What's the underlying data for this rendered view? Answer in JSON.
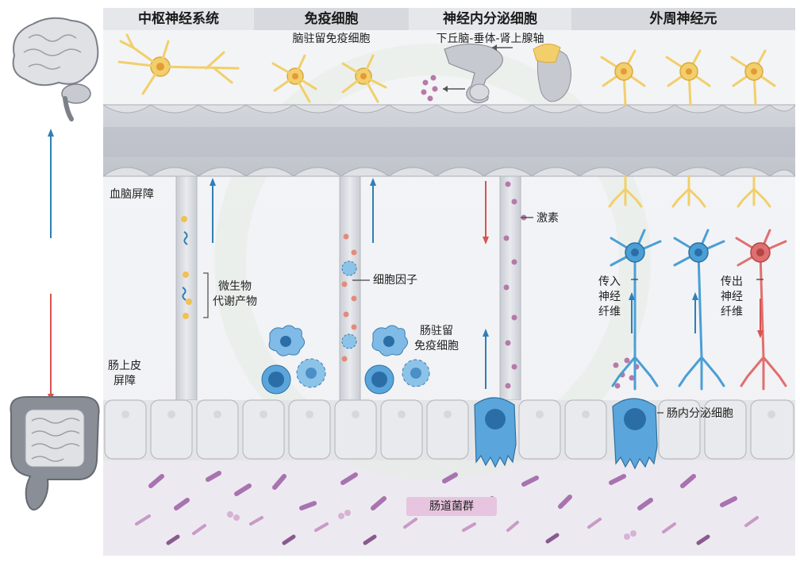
{
  "headers": {
    "cns": "中枢神经系统",
    "immune": "免疫细胞",
    "neuroendocrine": "神经内分泌细胞",
    "peripheral": "外周神经元"
  },
  "subheaders": {
    "brain_resident_immune": "脑驻留免疫细胞",
    "hpa_axis": "下丘脑-垂体-肾上腺轴"
  },
  "labels": {
    "bbb": "血脑屏障",
    "hormone": "激素",
    "microbial_metabolites": [
      "微生物",
      "代谢产物"
    ],
    "cytokine": "细胞因子",
    "gut_resident_immune": [
      "肠驻留",
      "免疫细胞"
    ],
    "afferent_fiber": [
      "传入",
      "神经",
      "纤维"
    ],
    "efferent_fiber": [
      "传出",
      "神经",
      "纤维"
    ],
    "intestinal_barrier": [
      "肠上皮",
      "屏障"
    ],
    "enteroendocrine": "肠内分泌细胞",
    "gut_microbiota": "肠道菌群"
  },
  "colors": {
    "neuron_yellow": "#f2cf6a",
    "afferent_blue": "#4a9fd6",
    "efferent_red": "#e06f6f",
    "arrow_blue": "#2f7fb5",
    "arrow_red": "#d9534f",
    "barrier_gray": "#c9ccd3",
    "microbe_purple": "#a873b0"
  }
}
